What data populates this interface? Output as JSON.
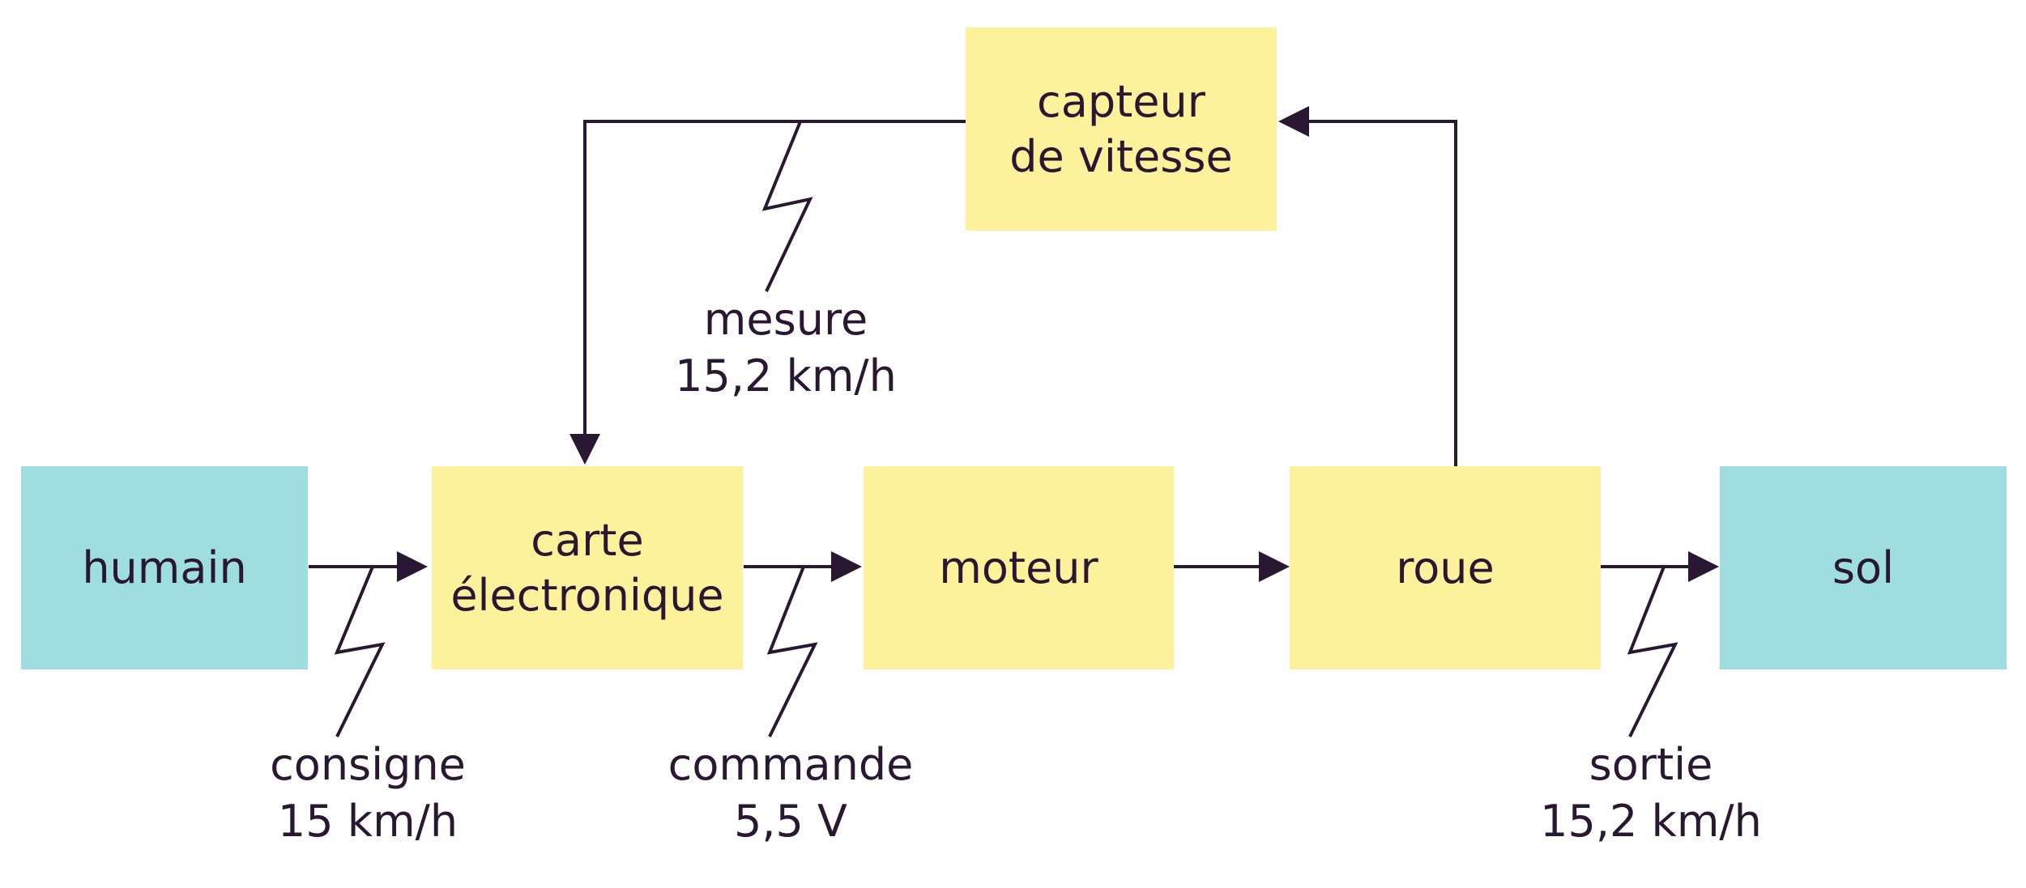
{
  "colors": {
    "external_box": "#9fdee0",
    "internal_box": "#fdf19b",
    "line": "#2a1833"
  },
  "blocks": {
    "humain": "humain",
    "carte": [
      "carte",
      "électronique"
    ],
    "moteur": "moteur",
    "roue": "roue",
    "sol": "sol",
    "capteur": [
      "capteur",
      "de vitesse"
    ]
  },
  "signals": {
    "consigne": [
      "consigne",
      "15 km/h"
    ],
    "commande": [
      "commande",
      "5,5 V"
    ],
    "mesure": [
      "mesure",
      "15,2 km/h"
    ],
    "sortie": [
      "sortie",
      "15,2 km/h"
    ]
  }
}
